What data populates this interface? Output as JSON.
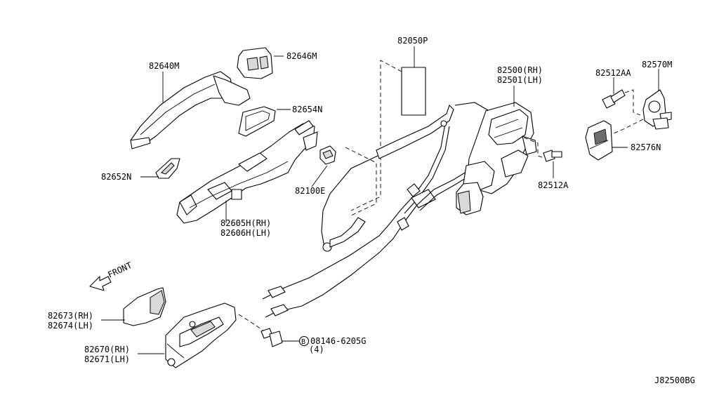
{
  "diagram_id": "J82500BG",
  "front_arrow_label": "FRONT",
  "labels": {
    "p82640M": "82640M",
    "p82646M": "82646M",
    "p82654N": "82654N",
    "p82652N": "82652N",
    "p82100E": "82100E",
    "p82605H": "82605H(RH)",
    "p82606H": "82606H(LH)",
    "p82050P": "82050P",
    "p82500": "82500(RH)",
    "p82501": "82501(LH)",
    "p82512AA": "82512AA",
    "p82570M": "82570M",
    "p82576N": "82576N",
    "p82512A": "82512A",
    "p82673": "82673(RH)",
    "p82674": "82674(LH)",
    "p82670": "82670(RH)",
    "p82671": "82671(LH)",
    "bolt_symbol": "B",
    "bolt_part": "08146-6205G",
    "bolt_qty": "(4)"
  }
}
